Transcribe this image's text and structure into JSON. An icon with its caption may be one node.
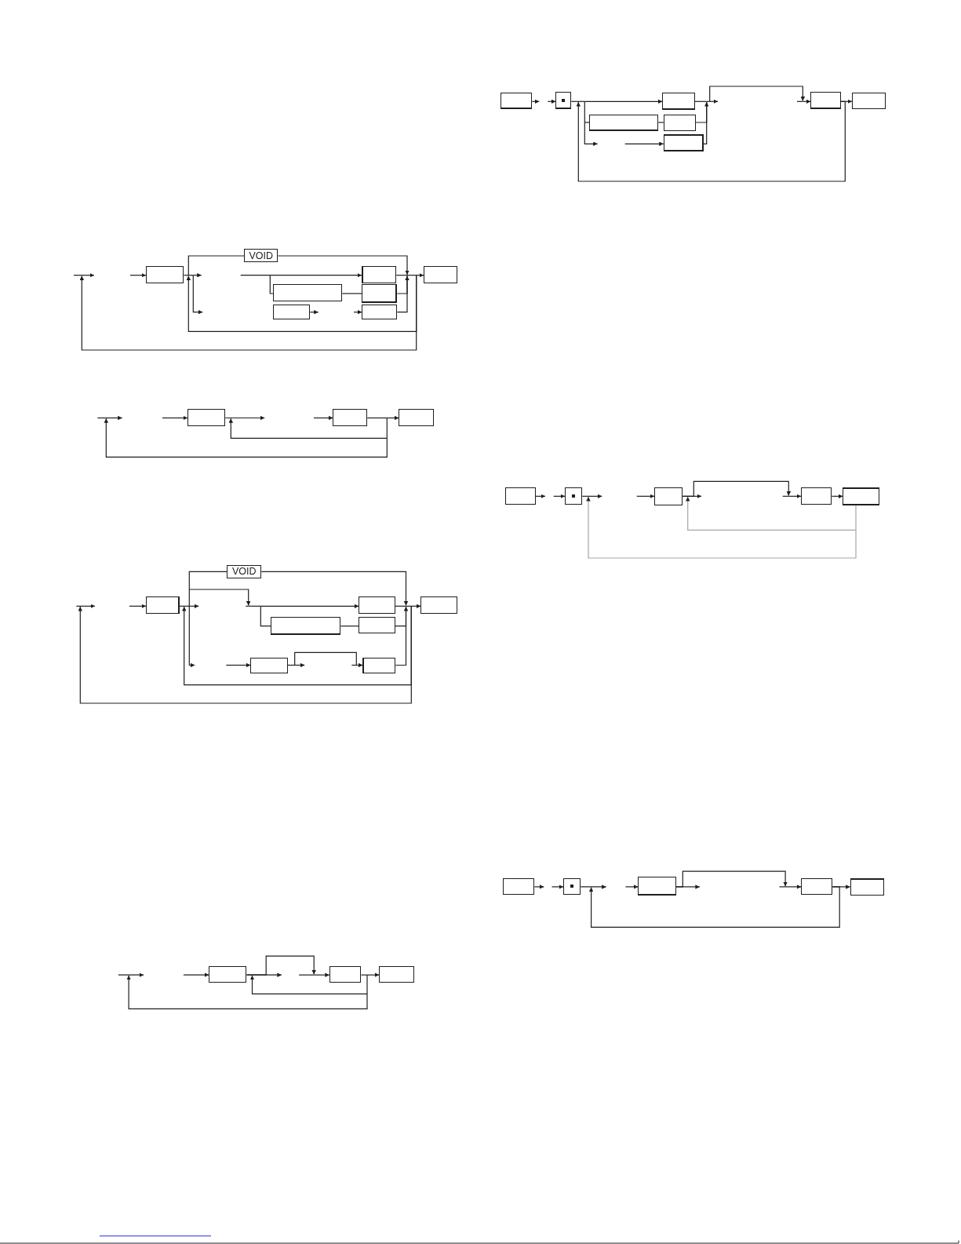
{
  "diagram": {
    "nodes": [
      {
        "text": [
          "VOID"
        ]
      },
      {
        "text": [],
        "shape": "box"
      },
      {
        "text": [],
        "shape": "box"
      },
      {
        "text": [],
        "shape": "box"
      },
      {
        "text": [],
        "shape": "box"
      },
      {
        "text": [],
        "shape": "box"
      },
      {
        "text": [],
        "shape": "box"
      },
      {
        "text": [],
        "shape": "box"
      },
      {
        "text": [],
        "shape": "box"
      },
      {
        "text": [],
        "shape": "box"
      },
      {
        "text": [],
        "shape": "box"
      },
      {
        "text": [
          "VOID"
        ]
      },
      {
        "text": [],
        "shape": "box"
      },
      {
        "text": [],
        "shape": "box"
      },
      {
        "text": [],
        "shape": "box"
      },
      {
        "text": [],
        "shape": "box"
      },
      {
        "text": [],
        "shape": "box"
      },
      {
        "text": [],
        "shape": "box"
      },
      {
        "text": [],
        "shape": "box"
      },
      {
        "text": [],
        "shape": "box"
      },
      {
        "text": [],
        "shape": "box"
      },
      {
        "text": [],
        "shape": "box"
      },
      {
        "text": [],
        "shape": "box"
      },
      {
        "text": [],
        "shape": "box"
      },
      {
        "text": [],
        "shape": "box"
      },
      {
        "text": [],
        "shape": "box"
      },
      {
        "text": [],
        "shape": "box"
      },
      {
        "text": [],
        "shape": "box"
      },
      {
        "text": [],
        "shape": "box"
      },
      {
        "text": [],
        "shape": "box"
      },
      {
        "text": [],
        "shape": "box"
      },
      {
        "text": [],
        "shape": "box"
      },
      {
        "text": [],
        "shape": "box"
      },
      {
        "text": [],
        "shape": "box"
      },
      {
        "text": [],
        "shape": "box"
      },
      {
        "text": [],
        "shape": "box"
      },
      {
        "text": [],
        "shape": "box"
      },
      {
        "text": [],
        "shape": "box"
      },
      {
        "text": [],
        "shape": "box"
      },
      {
        "text": [],
        "shape": "box"
      }
    ],
    "edges": [
      {
        "from": null,
        "to": 1,
        "arrow": "to"
      },
      {
        "from": 1,
        "to": null,
        "arrow": "to"
      },
      {
        "from": 1,
        "to": 0,
        "arrow": "none"
      },
      {
        "from": 1,
        "to": null,
        "arrow": "to"
      },
      {
        "from": 0,
        "to": 2,
        "arrow": "to"
      },
      {
        "from": 0,
        "to": 4,
        "arrow": "none"
      },
      {
        "from": 4,
        "to": 5,
        "arrow": "none"
      },
      {
        "from": null,
        "to": 7,
        "arrow": "to"
      },
      {
        "from": 0,
        "to": 3,
        "arrow": "to"
      },
      {
        "from": 2,
        "to": 3,
        "arrow": "to"
      },
      {
        "from": 5,
        "to": 3,
        "arrow": "to"
      },
      {
        "from": 7,
        "to": 3,
        "arrow": "to"
      },
      {
        "from": null,
        "to": 8,
        "arrow": "to"
      },
      {
        "from": 8,
        "to": null,
        "arrow": "to"
      },
      {
        "from": null,
        "to": 9,
        "arrow": "to"
      },
      {
        "from": 9,
        "to": 10,
        "arrow": "to"
      },
      {
        "from": 9,
        "to": null,
        "arrow": "to"
      },
      {
        "from": 9,
        "to": 8,
        "arrow": "to"
      },
      {
        "from": null,
        "to": 12,
        "arrow": "to"
      },
      {
        "from": 12,
        "to": null,
        "arrow": "to"
      },
      {
        "from": 12,
        "to": 11,
        "arrow": "none"
      },
      {
        "from": 12,
        "to": 13,
        "arrow": "to"
      },
      {
        "from": 12,
        "to": 15,
        "arrow": "none"
      },
      {
        "from": 12,
        "to": null,
        "arrow": "to"
      },
      {
        "from": null,
        "to": 13,
        "arrow": "to"
      },
      {
        "from": null,
        "to": 15,
        "arrow": "none"
      },
      {
        "from": 15,
        "to": 16,
        "arrow": "none"
      },
      {
        "from": null,
        "to": 17,
        "arrow": "to"
      },
      {
        "from": 17,
        "to": null,
        "arrow": "to"
      },
      {
        "from": 17,
        "to": 18,
        "arrow": "to"
      },
      {
        "from": null,
        "to": 18,
        "arrow": "to"
      },
      {
        "from": 11,
        "to": 14,
        "arrow": "to"
      },
      {
        "from": 13,
        "to": 14,
        "arrow": "to"
      },
      {
        "from": 16,
        "to": 14,
        "arrow": "to"
      },
      {
        "from": 18,
        "to": 14,
        "arrow": "to"
      },
      {
        "from": null,
        "to": 19,
        "arrow": "to"
      },
      {
        "from": 19,
        "to": null,
        "arrow": "to"
      },
      {
        "from": 19,
        "to": 20,
        "arrow": "to"
      },
      {
        "from": null,
        "to": 20,
        "arrow": "to"
      },
      {
        "from": 20,
        "to": 21,
        "arrow": "to"
      },
      {
        "from": 20,
        "to": null,
        "arrow": "to"
      },
      {
        "from": 20,
        "to": 19,
        "arrow": "to"
      },
      {
        "from": null,
        "to": 23,
        "arrow": "to"
      },
      {
        "from": 23,
        "to": 24,
        "arrow": "to"
      },
      {
        "from": 23,
        "to": 27,
        "arrow": "none"
      },
      {
        "from": 23,
        "to": 27,
        "arrow": "to"
      },
      {
        "from": 25,
        "to": 23,
        "arrow": "to"
      },
      {
        "from": 27,
        "to": 28,
        "arrow": "none"
      },
      {
        "from": 27,
        "to": 29,
        "arrow": "to"
      },
      {
        "from": 24,
        "to": 25,
        "arrow": "to"
      },
      {
        "from": 28,
        "to": 25,
        "arrow": "to"
      },
      {
        "from": 29,
        "to": 25,
        "arrow": "to"
      },
      {
        "from": null,
        "to": 25,
        "arrow": "to"
      },
      {
        "from": 25,
        "to": 26,
        "arrow": "to"
      },
      {
        "from": null,
        "to": 31,
        "arrow": "to"
      },
      {
        "from": 31,
        "to": null,
        "arrow": "to"
      },
      {
        "from": null,
        "to": 32,
        "arrow": "to"
      },
      {
        "from": 32,
        "to": null,
        "arrow": "to"
      },
      {
        "from": 32,
        "to": 33,
        "arrow": "to"
      },
      {
        "from": null,
        "to": 33,
        "arrow": "to"
      },
      {
        "from": 33,
        "to": 34,
        "arrow": "to"
      },
      {
        "from": 34,
        "to": 31,
        "arrow": "to",
        "color": "#a6a6a6"
      },
      {
        "from": 34,
        "to": 32,
        "arrow": "to",
        "color": "#a6a6a6"
      },
      {
        "from": null,
        "to": 36,
        "arrow": "to"
      },
      {
        "from": 36,
        "to": null,
        "arrow": "to"
      },
      {
        "from": null,
        "to": 37,
        "arrow": "to"
      },
      {
        "from": 37,
        "to": null,
        "arrow": "to"
      },
      {
        "from": 37,
        "to": 38,
        "arrow": "to"
      },
      {
        "from": null,
        "to": 38,
        "arrow": "to"
      },
      {
        "from": 38,
        "to": 39,
        "arrow": "to"
      },
      {
        "from": 38,
        "to": 36,
        "arrow": "to"
      }
    ]
  }
}
